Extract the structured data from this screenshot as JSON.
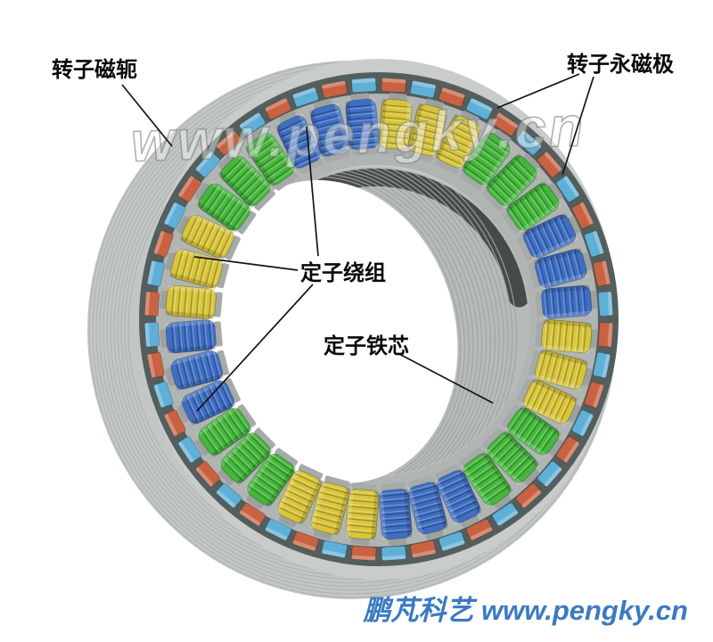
{
  "diagram": {
    "subject": "外转子永磁电机剖视图 (outer-rotor permanent-magnet machine cutaway)",
    "background": "#ffffff"
  },
  "labels": {
    "rotor_yoke": "转子磁轭",
    "rotor_magnet": "转子永磁极",
    "stator_winding": "定子绕组",
    "stator_core": "定子铁芯"
  },
  "watermark": {
    "text": "www.pengky.cn"
  },
  "footer": {
    "text": "鹏芃科艺 www.pengky.cn",
    "color": "#3b7ac2"
  },
  "machine": {
    "stator_coils": {
      "count": 36,
      "group_size": 3,
      "phase_colors": [
        "#d9c53a",
        "#45b83c",
        "#3f6fc4"
      ]
    },
    "rotor_magnets": {
      "count": 48,
      "colors": [
        "#c96242",
        "#5fb0d8"
      ]
    },
    "rotor_yoke_color": "#c9cccb",
    "rotor_yoke_back_color": "#c2c6c5",
    "magnet_backing_color": "#535e5d",
    "stator_ring_color": "#b0b5b3",
    "stator_disk_color": "#b6bbb9",
    "bore_shadow_color": "#464b4a",
    "lamination_line_color": "#adb1b0",
    "bore_lamination_line_color": "#9da3a1"
  }
}
